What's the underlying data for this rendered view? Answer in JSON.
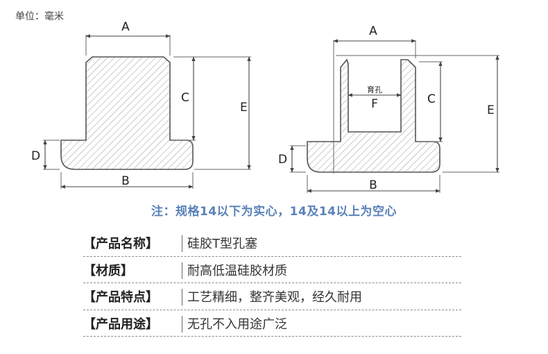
{
  "unit_label": "单位：毫米",
  "diagram_left": {
    "label_a": "A",
    "label_b": "B",
    "label_c": "C",
    "label_d": "D",
    "label_e": "E"
  },
  "diagram_right": {
    "label_a": "A",
    "label_b": "B",
    "label_c": "C",
    "label_d": "D",
    "label_e": "E",
    "label_f": "F",
    "hole_label": "育孔"
  },
  "note": "注：规格14以下为实心，14及14以上为空心",
  "specs": [
    {
      "label": "【产品名称】",
      "value": "硅胶T型孔塞"
    },
    {
      "label": "【材质】",
      "value": "耐高低温硅胶材质"
    },
    {
      "label": "【产品特点】",
      "value": "工艺精细，整齐美观，经久耐用"
    },
    {
      "label": "【产品用途】",
      "value": "无孔不入用途广泛"
    }
  ]
}
